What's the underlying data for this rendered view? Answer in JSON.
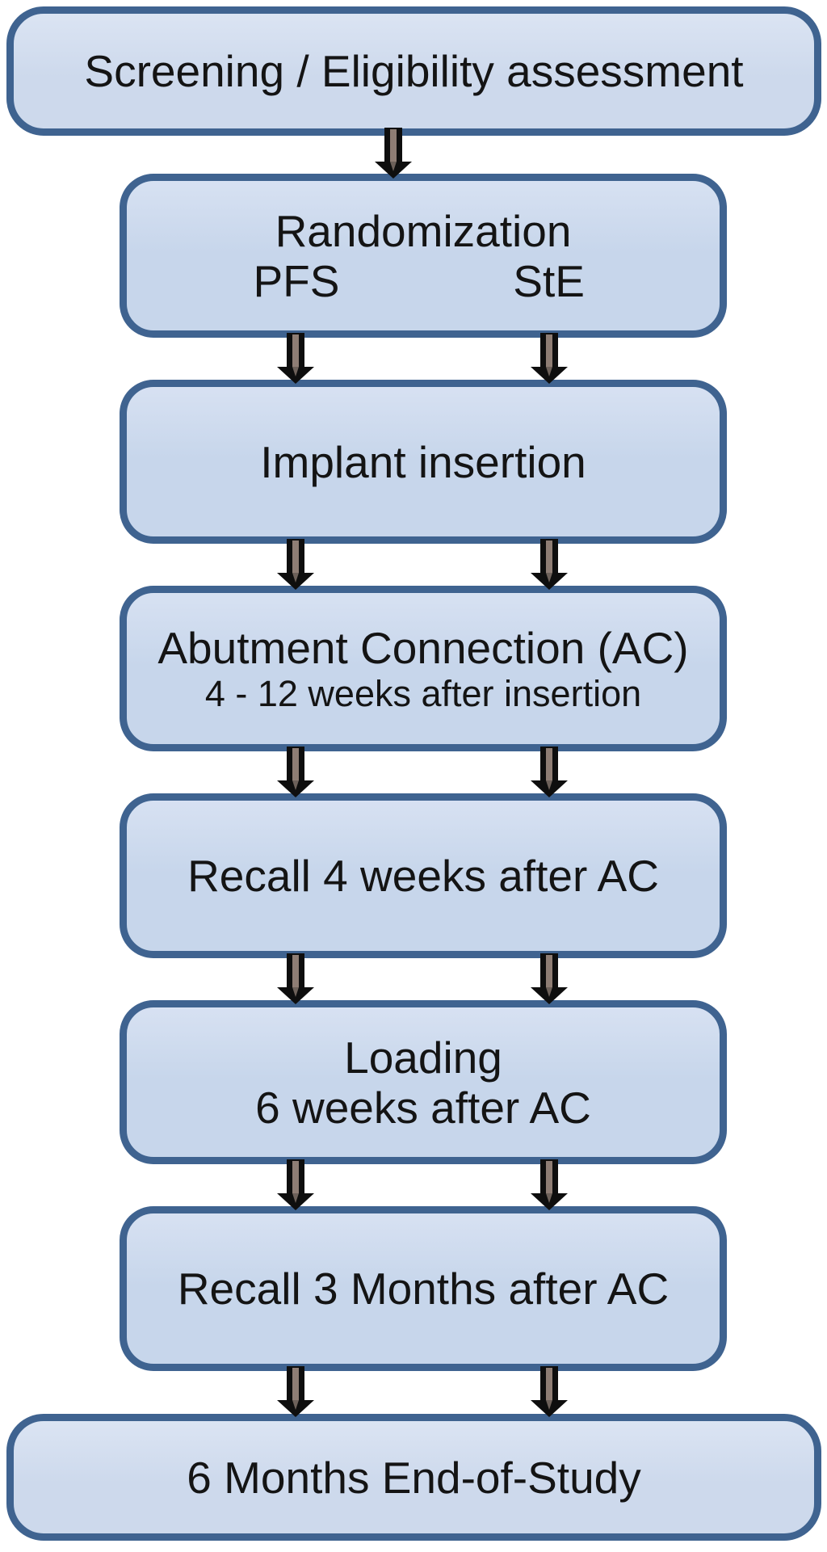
{
  "diagram": {
    "boxes": [
      {
        "id": "screening",
        "main": "Screening / Eligibility assessment"
      },
      {
        "id": "randomization",
        "main": "Randomization",
        "left_arm": "PFS",
        "right_arm": "StE"
      },
      {
        "id": "implant-insertion",
        "main": "Implant insertion"
      },
      {
        "id": "abutment-connection",
        "main": "Abutment Connection (AC)",
        "sub": "4 - 12 weeks after insertion"
      },
      {
        "id": "recall-4-weeks",
        "main": "Recall 4 weeks after AC"
      },
      {
        "id": "loading",
        "main": "Loading",
        "line2": "6 weeks after AC"
      },
      {
        "id": "recall-3-months",
        "main": "Recall 3 Months after AC"
      },
      {
        "id": "end-of-study",
        "main": "6 Months End-of-Study"
      }
    ],
    "connections": [
      {
        "from": "screening",
        "to": "randomization",
        "arrows": "single"
      },
      {
        "from": "randomization",
        "to": "implant-insertion",
        "arrows": "double"
      },
      {
        "from": "implant-insertion",
        "to": "abutment-connection",
        "arrows": "double"
      },
      {
        "from": "abutment-connection",
        "to": "recall-4-weeks",
        "arrows": "double"
      },
      {
        "from": "recall-4-weeks",
        "to": "loading",
        "arrows": "double"
      },
      {
        "from": "loading",
        "to": "recall-3-months",
        "arrows": "double"
      },
      {
        "from": "recall-3-months",
        "to": "end-of-study",
        "arrows": "double"
      }
    ],
    "colors": {
      "box_fill": "#c7d6eb",
      "box_fill_light": "#d7e1f2",
      "wide_fill": "#cdd9ec",
      "wide_fill_light": "#dbe4f3",
      "box_border": "#3f6390",
      "text": "#141414",
      "arrow_black": "#0e0e0e",
      "arrow_stripe": "#8e7d74",
      "background": "#ffffff"
    }
  }
}
